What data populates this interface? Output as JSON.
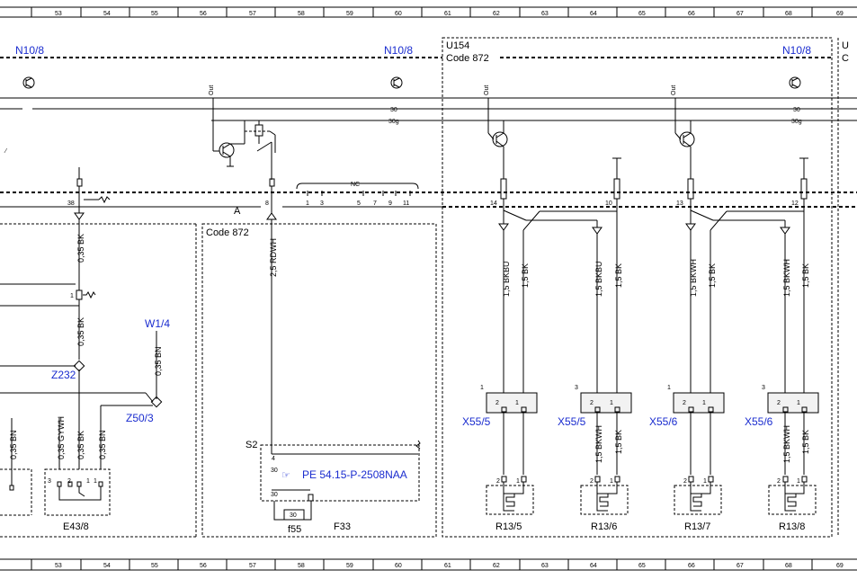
{
  "ruler": {
    "columns": [
      "53",
      "54",
      "55",
      "56",
      "57",
      "58",
      "59",
      "60",
      "61",
      "62",
      "63",
      "64",
      "65",
      "66",
      "67",
      "68",
      "69"
    ]
  },
  "labels": {
    "n10_8_left": "N10/8",
    "n10_8_mid": "N10/8",
    "n10_8_right": "N10/8",
    "u154": "U154",
    "code872_top": "Code 872",
    "u_edge": "U",
    "c_edge": "C",
    "code872_box": "Code 872",
    "a": "A",
    "s2": "S2",
    "f33": "F33",
    "f55": "f55",
    "e43_8": "E43/8",
    "w1_4": "W1/4",
    "z232": "Z232",
    "z50_3": "Z50/3",
    "pe_ref": "PE 54.15-P-2508NAA",
    "x55_5a": "X55/5",
    "x55_5b": "X55/5",
    "x55_6a": "X55/6",
    "x55_6b": "X55/6",
    "r13_5": "R13/5",
    "r13_6": "R13/6",
    "r13_7": "R13/7",
    "r13_8": "R13/8"
  },
  "bus": {
    "l30": "30",
    "l30g": "30g",
    "l30_r": "30",
    "l30g_r": "30g",
    "out1": "Out",
    "out2": "Out",
    "out3": "Out",
    "nc": "NC"
  },
  "pins": {
    "p38": "38",
    "p8": "8",
    "p1": "1",
    "p3": "3",
    "p5": "5",
    "p7": "7",
    "p9": "9",
    "p11": "11",
    "p14": "14",
    "p10": "10",
    "p13": "13",
    "p12": "12",
    "p30_a": "30",
    "p4": "4",
    "p30_b": "30",
    "p30_f": "30",
    "c1a": "1",
    "c3a": "3",
    "c1b": "1",
    "c3b": "3",
    "e3": "3",
    "e2": "2",
    "e1": "1",
    "e1b": "1",
    "x2a": "2",
    "x1a": "1",
    "x2b": "2",
    "x1b": "1",
    "x2c": "2",
    "x1c": "1",
    "x2d": "2",
    "x1d": "1",
    "r2a": "2",
    "r1a": "1",
    "r2b": "2",
    "r1b": "1",
    "r2c": "2",
    "r1c": "1",
    "r2d": "2",
    "r1d": "1",
    "k1": "1"
  },
  "wires": {
    "w_035bk_1": "0,35 BK",
    "w_035bk_2": "0,35 BK",
    "w_035bn_w": "0,35 BN",
    "w_035bn_1": "0,35 BN",
    "w_035gywh": "0,35 GYWH",
    "w_035bk_3": "0,35 BK",
    "w_035bn_2": "0,35 BN",
    "w_25rdwh": "2,5 RDWH",
    "w_15bkbu_1": "1,5 BKBU",
    "w_15bk_1": "1,5 BK",
    "w_15bkbu_2": "1,5 BKBU",
    "w_15bk_2": "1,5 BK",
    "w_15bkwh_1": "1,5 BKWH",
    "w_15bk_3": "1,5 BK",
    "w_15bkwh_2": "1,5 BKWH",
    "w_15bk_4": "1,5 BK",
    "w_15bkwh_3": "1,5 BKWH",
    "w_15bk_5": "1,5 BK",
    "w_15bkwh_4": "1,5 BKWH",
    "w_15bk_6": "1,5 BK"
  }
}
